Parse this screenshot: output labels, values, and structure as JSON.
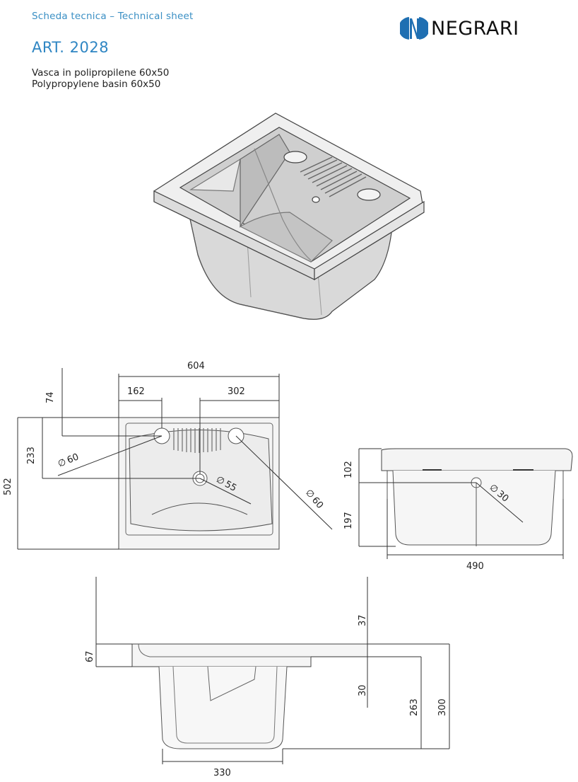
{
  "header": {
    "subtitle": "Scheda tecnica – Technical sheet",
    "article": "ART. 2028",
    "desc_it": "Vasca in polipropilene 60x50",
    "desc_en": "Polypropylene basin 60x50"
  },
  "logo": {
    "text": "NEGRARI",
    "mark_icon": "negrari-n-mark-icon",
    "mark_color": "#1f6fb2"
  },
  "top_view": {
    "width": "604",
    "left_offset": "162",
    "right_offset": "302",
    "top_offset": "74",
    "hole_offset": "233",
    "depth": "502",
    "hole_left": "60",
    "hole_right": "60",
    "drain": "55"
  },
  "side_view": {
    "rim": "102",
    "body": "197",
    "width": "490",
    "drain": "30"
  },
  "front_view": {
    "top_gap": "37",
    "rim": "67",
    "step": "30",
    "inner_depth": "263",
    "total_depth": "300",
    "bottom_width": "330"
  }
}
